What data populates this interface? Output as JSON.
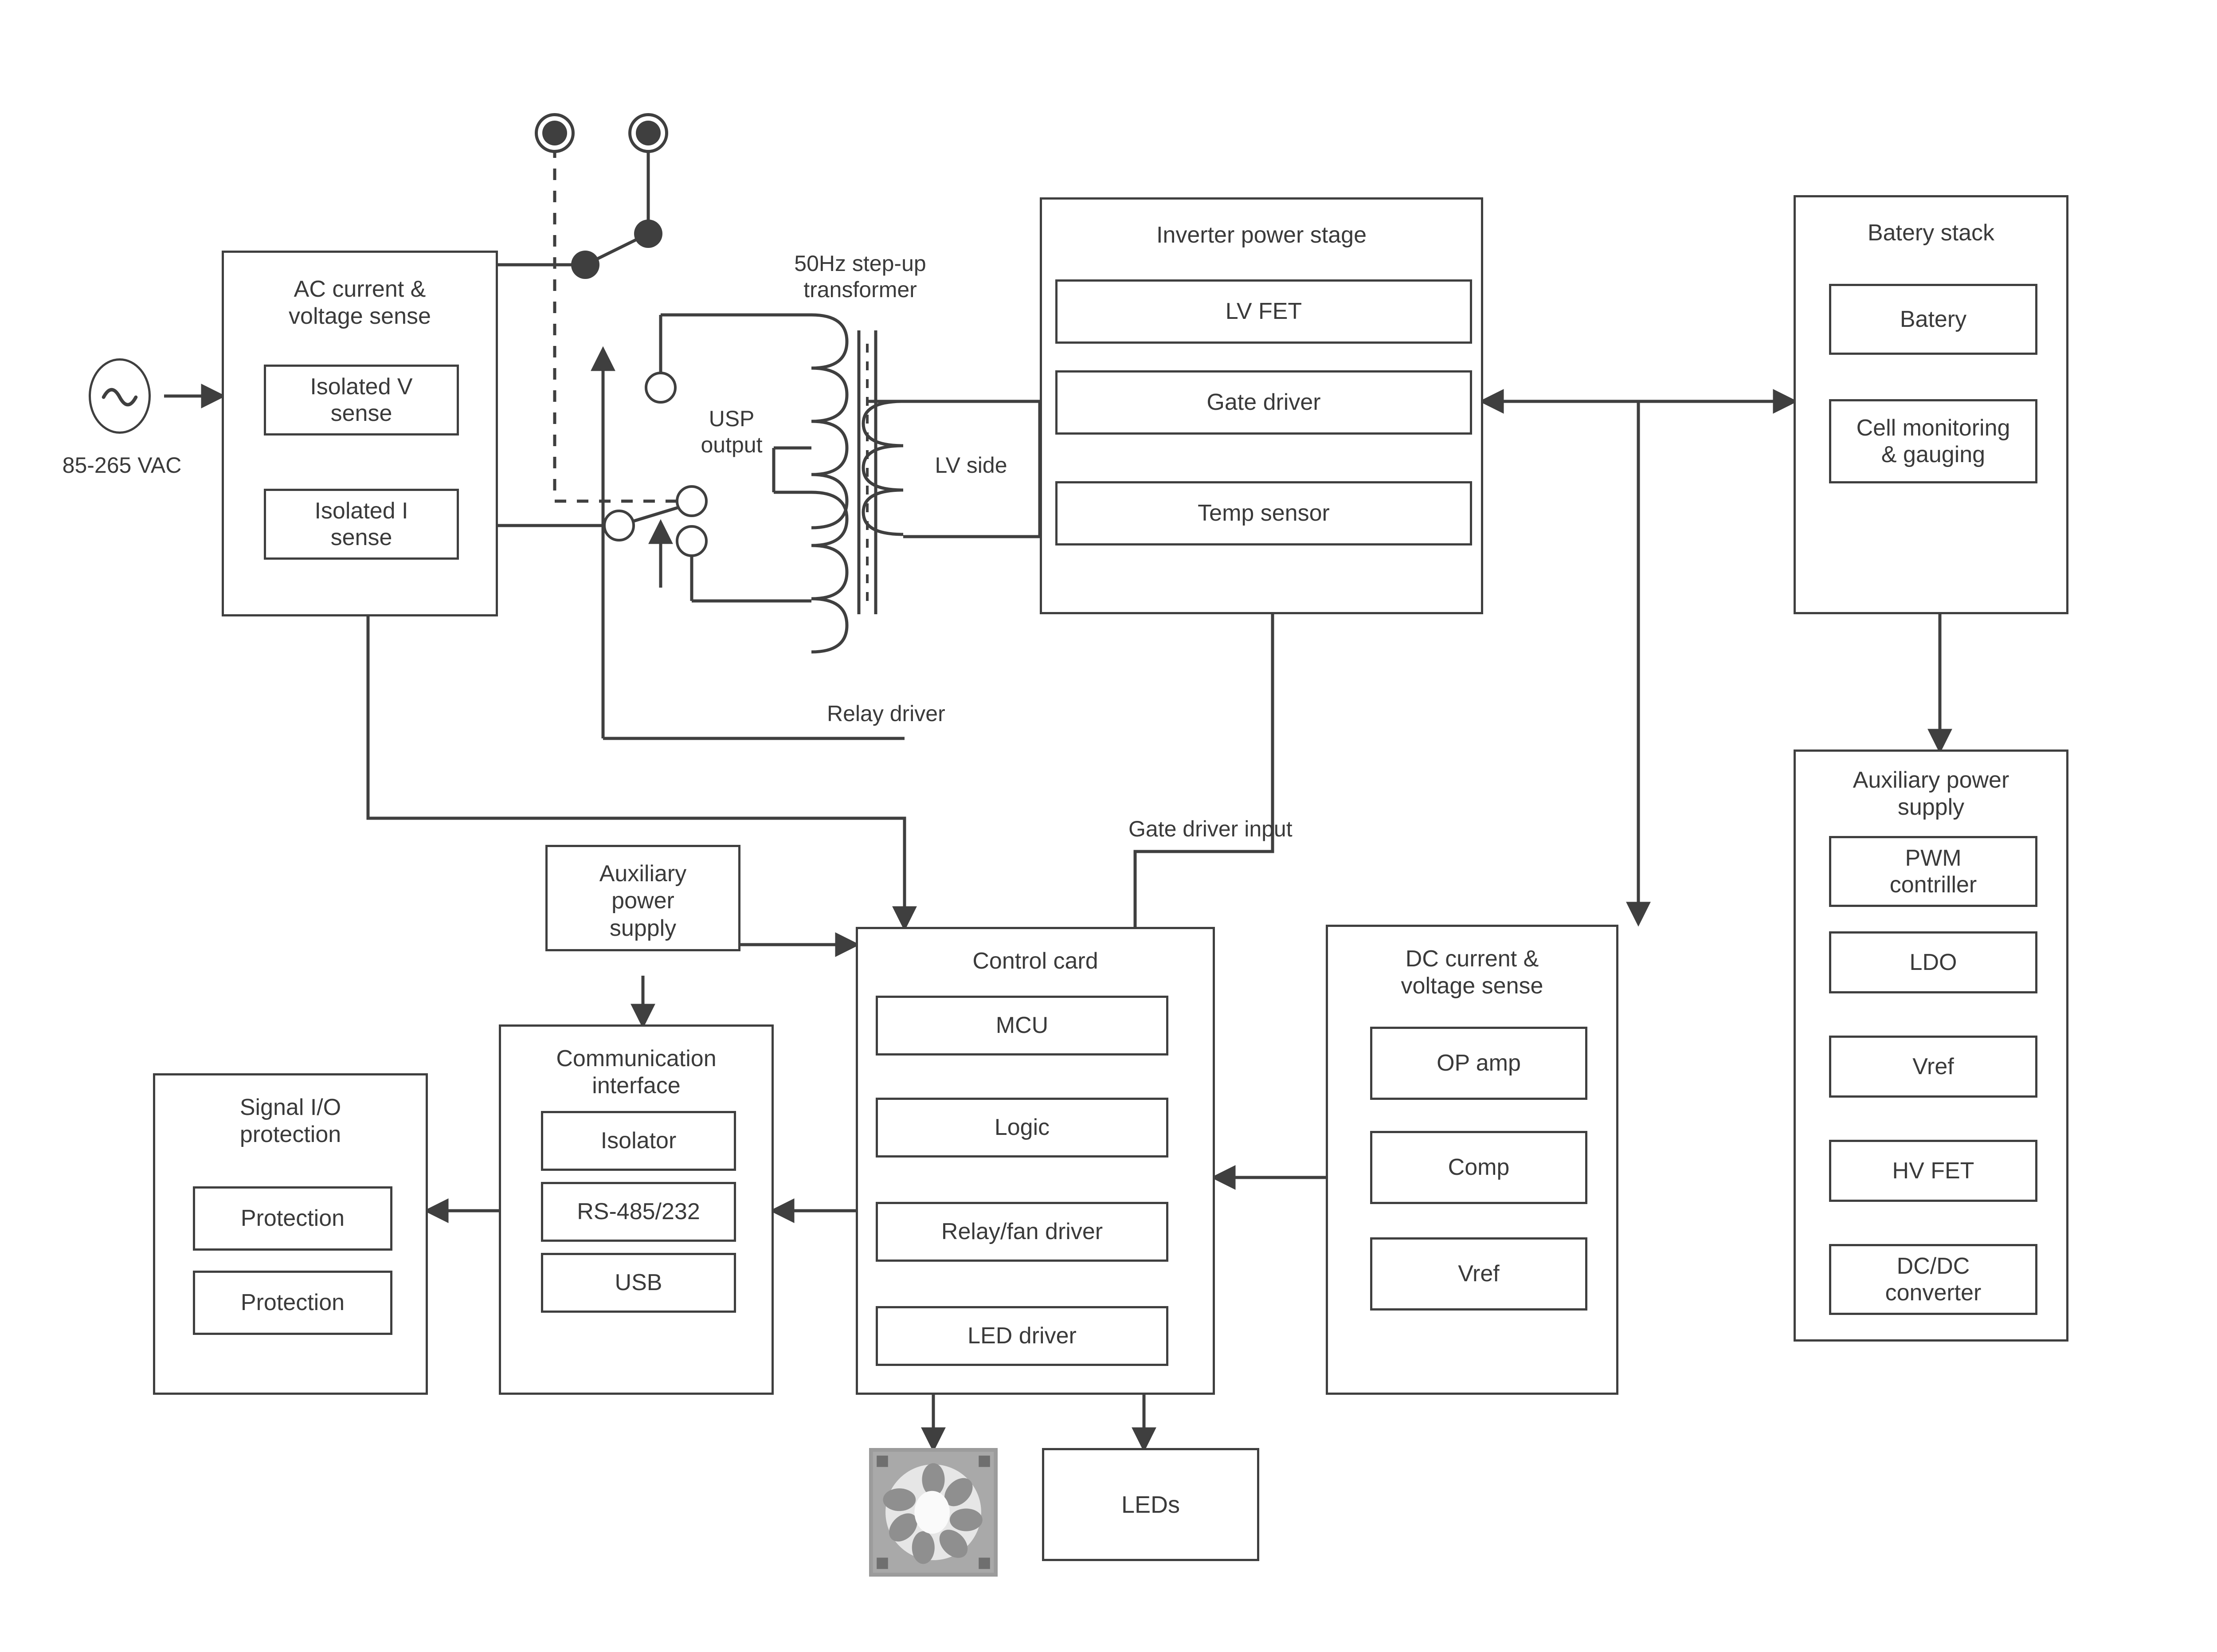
{
  "diagram": {
    "title": "UPS system block diagram",
    "stroke_color": "#3f3f3f",
    "text_color": "#3a3a3a",
    "background": "#ffffff"
  },
  "source": {
    "icon": "ac-source-icon",
    "label": "85-265 VAC"
  },
  "ac_sense": {
    "title": "AC current &\nvoltage sense",
    "items": [
      {
        "label": "Isolated V\nsense"
      },
      {
        "label": "Isolated I\nsense"
      }
    ]
  },
  "transformer": {
    "title": "50Hz step-up\ntransformer",
    "primary_label": "USP\noutput",
    "secondary_label": "LV side"
  },
  "inverter": {
    "title": "Inverter power stage",
    "items": [
      {
        "label": "LV FET"
      },
      {
        "label": "Gate driver"
      },
      {
        "label": "Temp sensor"
      }
    ]
  },
  "battery": {
    "title": "Batery stack",
    "items": [
      {
        "label": "Batery"
      },
      {
        "label": "Cell monitoring\n& gauging"
      }
    ]
  },
  "aux_supply_right": {
    "title": "Auxiliary power\nsupply",
    "items": [
      {
        "label": "PWM\ncontriller"
      },
      {
        "label": "LDO"
      },
      {
        "label": "Vref"
      },
      {
        "label": "HV FET"
      },
      {
        "label": "DC/DC\nconverter"
      }
    ]
  },
  "aux_supply_left": {
    "title": "Auxiliary\npower\nsupply"
  },
  "control_card": {
    "title": "Control card",
    "items": [
      {
        "label": "MCU"
      },
      {
        "label": "Logic"
      },
      {
        "label": "Relay/fan driver"
      },
      {
        "label": "LED driver"
      }
    ]
  },
  "dc_sense": {
    "title": "DC current &\nvoltage sense",
    "items": [
      {
        "label": "OP amp"
      },
      {
        "label": "Comp"
      },
      {
        "label": "Vref"
      }
    ]
  },
  "comm_interface": {
    "title": "Communication\ninterface",
    "items": [
      {
        "label": "Isolator"
      },
      {
        "label": "RS-485/232"
      },
      {
        "label": "USB"
      }
    ]
  },
  "signal_io": {
    "title": "Signal I/O\nprotection",
    "items": [
      {
        "label": "Protection"
      },
      {
        "label": "Protection"
      }
    ]
  },
  "outputs": {
    "fan": {
      "icon": "cooling-fan-icon"
    },
    "leds": {
      "label": "LEDs"
    }
  },
  "wire_labels": {
    "relay_driver": "Relay driver",
    "gate_driver_input": "Gate driver input"
  }
}
